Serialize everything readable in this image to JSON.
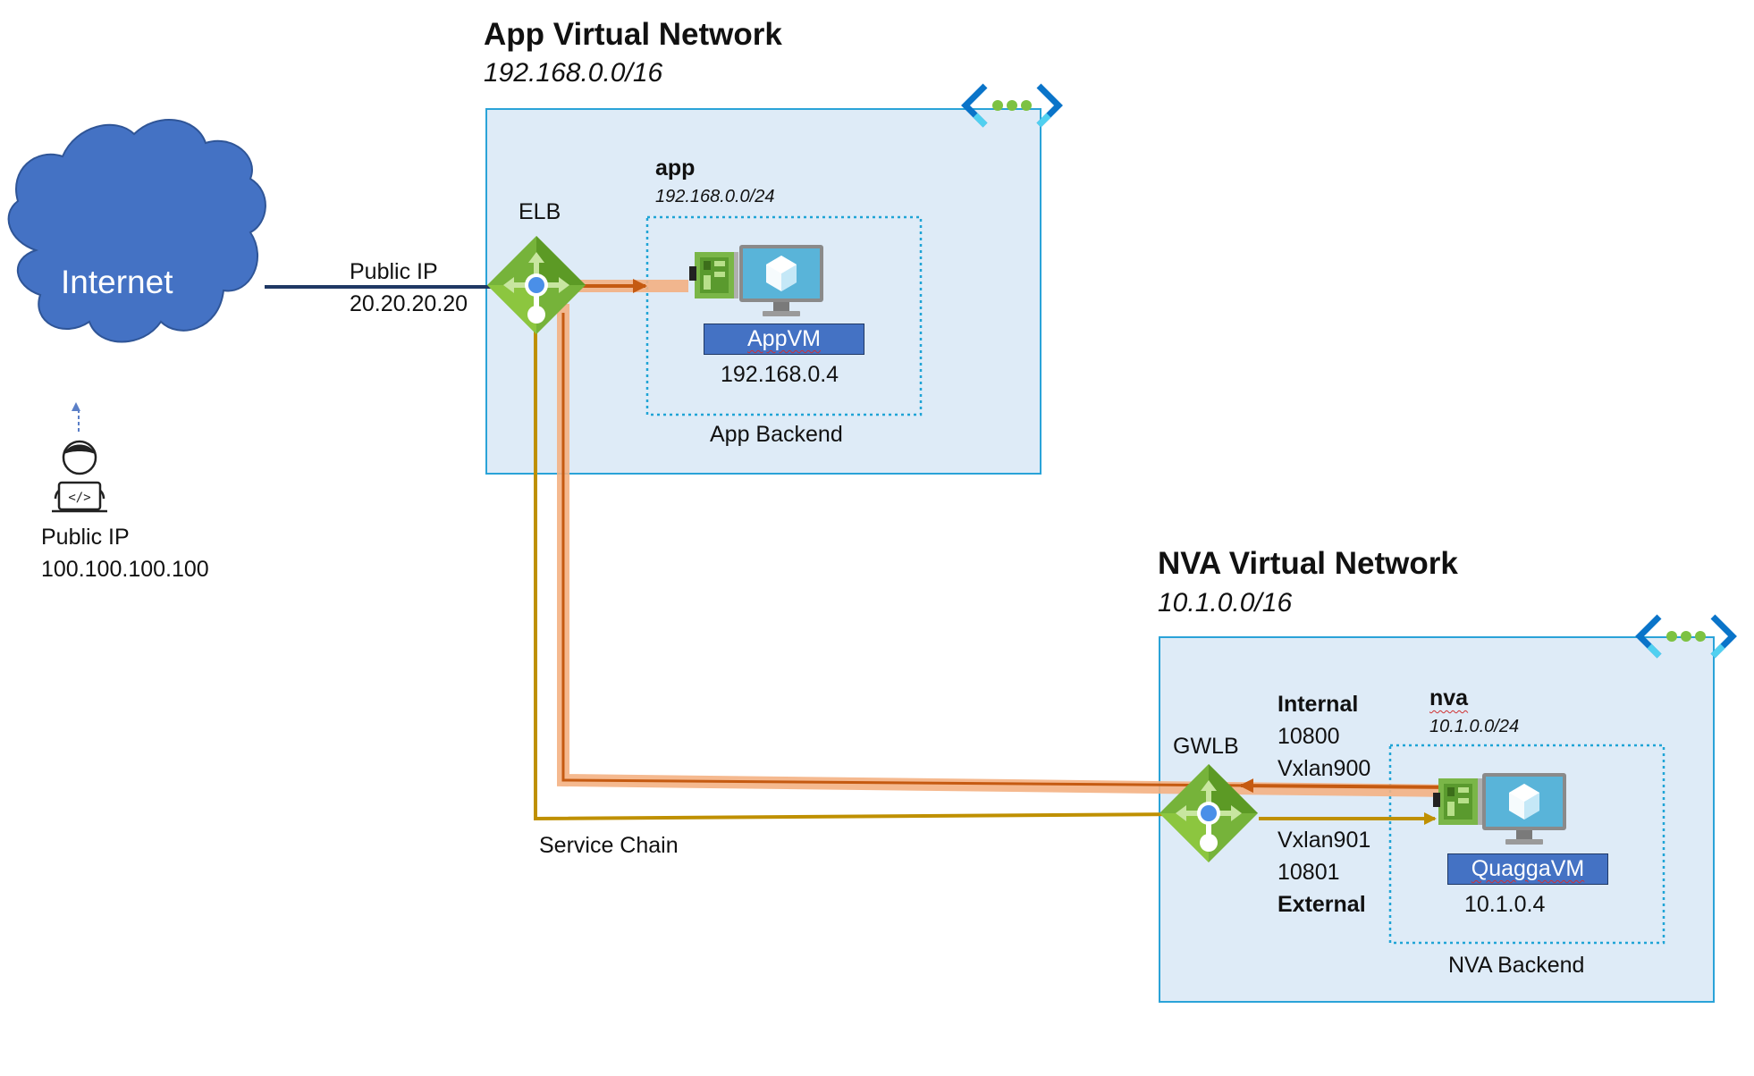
{
  "internet": {
    "label": "Internet"
  },
  "user": {
    "ip_label": "Public IP",
    "ip_value": "100.100.100.100"
  },
  "elb_link": {
    "ip_label": "Public IP",
    "ip_value": "20.20.20.20"
  },
  "app_vnet": {
    "title": "App Virtual Network",
    "cidr": "192.168.0.0/16",
    "lb_label": "ELB",
    "subnet": {
      "name": "app",
      "cidr": "192.168.0.0/24"
    },
    "vm": {
      "name": "AppVM",
      "ip": "192.168.0.4"
    },
    "backend_label": "App Backend"
  },
  "service_chain_label": "Service Chain",
  "nva_vnet": {
    "title": "NVA Virtual Network",
    "cidr": "10.1.0.0/16",
    "lb_label": "GWLB",
    "internal": {
      "title": "Internal",
      "port": "10800",
      "vxlan": "Vxlan900"
    },
    "external": {
      "vxlan": "Vxlan901",
      "port": "10801",
      "title": "External"
    },
    "subnet": {
      "name": "nva",
      "cidr": "10.1.0.0/24"
    },
    "vm": {
      "name": "QuaggaVM",
      "ip": "10.1.0.4"
    },
    "backend_label": "NVA Backend"
  },
  "colors": {
    "vnet_fill": "#deebf7",
    "vnet_border": "#2aa3d8",
    "subnet_border": "#1fa4d6",
    "cloud": "#4472c4",
    "internet_link": "#1f3864",
    "service_chain": "#bf9000",
    "traffic_highlight": "#f4b183",
    "traffic_arrow": "#c55a11",
    "lb_green": "#6a9f2a",
    "vm_label_bg": "#4472c4"
  },
  "icons": [
    "cloud-icon",
    "user-laptop-icon",
    "vnet-icon",
    "load-balancer-icon",
    "nic-icon",
    "virtual-machine-icon"
  ]
}
